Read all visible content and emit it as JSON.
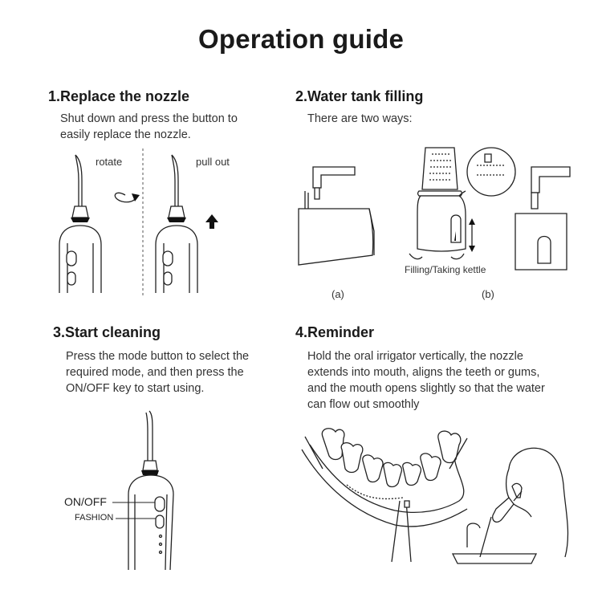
{
  "title": "Operation guide",
  "section1": {
    "heading": "1.Replace the nozzle",
    "line1": "Shut down and press the button to",
    "line2": "easily replace the nozzle.",
    "label_rotate": "rotate",
    "label_pull": "pull out"
  },
  "section2": {
    "heading": "2.Water tank filling",
    "text": "There are two ways:",
    "label_filling": "Filling/Taking kettle",
    "caption_a": "(a)",
    "caption_b": "(b)"
  },
  "section3": {
    "heading": "3.Start cleaning",
    "line1": "Press the mode button to select the",
    "line2": "required mode, and then press the",
    "line3": "ON/OFF key to start using.",
    "label_onoff": "ON/OFF",
    "label_fashion": "FASHION"
  },
  "section4": {
    "heading": "4.Reminder",
    "line1": "Hold the oral irrigator vertically, the nozzle",
    "line2": "extends into mouth, aligns the teeth or gums,",
    "line3": "and the mouth opens slightly so that the water",
    "line4": "can flow out smoothly"
  },
  "colors": {
    "text": "#222222",
    "background": "#ffffff"
  }
}
